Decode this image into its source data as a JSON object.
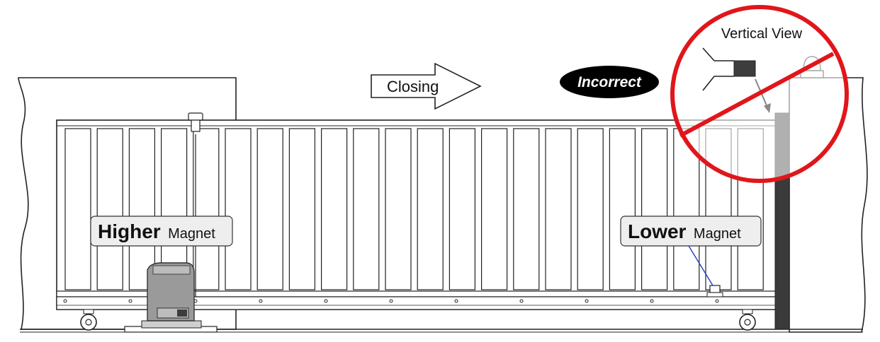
{
  "labels": {
    "closing": "Closing",
    "incorrect": "Incorrect",
    "vertical_view": "Vertical View",
    "higher_bold": "Higher",
    "higher_rest": "Magnet",
    "lower_bold": "Lower",
    "lower_rest": "Magnet"
  },
  "colors": {
    "stroke": "#222222",
    "prohibition_red": "#e0161b",
    "post_dark": "#3a3a3a",
    "magnet_dark": "#3d3d3d",
    "label_bg": "#eeeeee",
    "motor_grey": "#9a9a9a",
    "leader_blue": "#1f3fbf",
    "badge_black": "#000000"
  },
  "icons": {
    "motor": "gate-motor-icon",
    "wheel": "gate-wheel-icon",
    "magnet": "magnet-icon",
    "lamp": "warning-lamp-icon",
    "prohibition": "prohibition-sign-icon"
  }
}
